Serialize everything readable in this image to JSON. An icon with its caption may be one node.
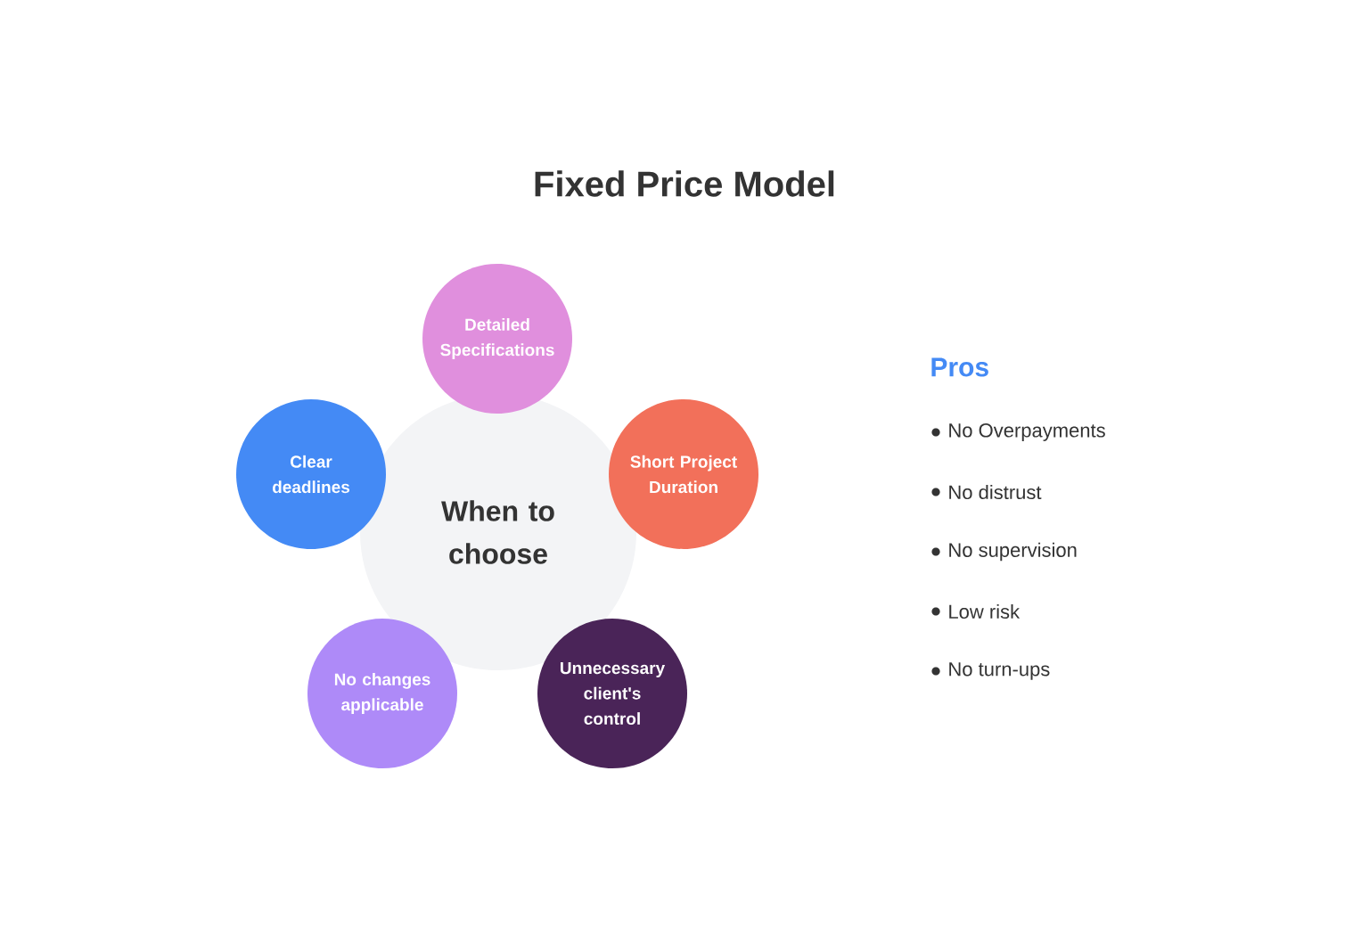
{
  "diagram": {
    "title": "Fixed Price Model",
    "nodes": [
      {
        "text": [
          "When to choose"
        ]
      },
      {
        "text": [
          "Detailed Specifications"
        ]
      },
      {
        "text": [
          "Clear deadlines"
        ]
      },
      {
        "text": [
          "Short Project Duration"
        ]
      },
      {
        "text": [
          "No changes applicable"
        ]
      },
      {
        "text": [
          "Unnecessary client's control"
        ]
      }
    ],
    "labels": [
      "Pros",
      "No Overpayments",
      "No distrust",
      "No supervision",
      "Low risk",
      "No turn-ups"
    ]
  }
}
